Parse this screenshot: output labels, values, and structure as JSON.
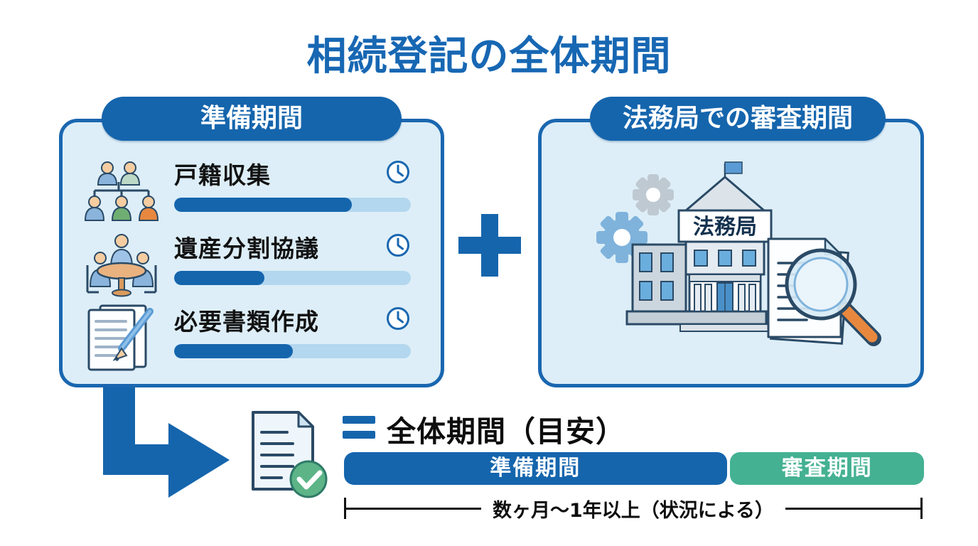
{
  "title": "相続登記の全体期間",
  "left_panel": {
    "header": "準備期間",
    "tasks": [
      {
        "label": "戸籍収集",
        "icon": "family-tree-icon",
        "progress_pct": 75
      },
      {
        "label": "遺産分割協議",
        "icon": "meeting-table-icon",
        "progress_pct": 38
      },
      {
        "label": "必要書類作成",
        "icon": "document-pen-icon",
        "progress_pct": 50
      }
    ],
    "task_duration_icon": "clock-icon"
  },
  "operator": {
    "plus_icon": "plus-icon",
    "equals_icon": "equals-icon"
  },
  "right_panel": {
    "header": "法務局での審査期間",
    "building_sign": "法務局",
    "illustration_icons": [
      "gear-icon",
      "flag-icon",
      "government-building-icon",
      "document-stack-icon",
      "magnifying-glass-icon"
    ]
  },
  "summary": {
    "result_icon": "document-check-icon",
    "equals_label": "全体期間（目安）",
    "bar_segments": [
      {
        "label": "準備期間",
        "color": "#1565ad",
        "width_pct": 66
      },
      {
        "label": "審査期間",
        "color": "#44b192",
        "width_pct": 33.4
      }
    ],
    "timeline_label": "数ヶ月～1年以上（状況による）"
  },
  "colors": {
    "primary_blue": "#1565ad",
    "title_blue": "#1767b3",
    "panel_fill": "#ddeef8",
    "panel_border": "#1a67b0",
    "progress_track": "#b3d7ee",
    "review_green": "#44b192",
    "check_green": "#5cb487",
    "accent_orange": "#e8883f"
  }
}
